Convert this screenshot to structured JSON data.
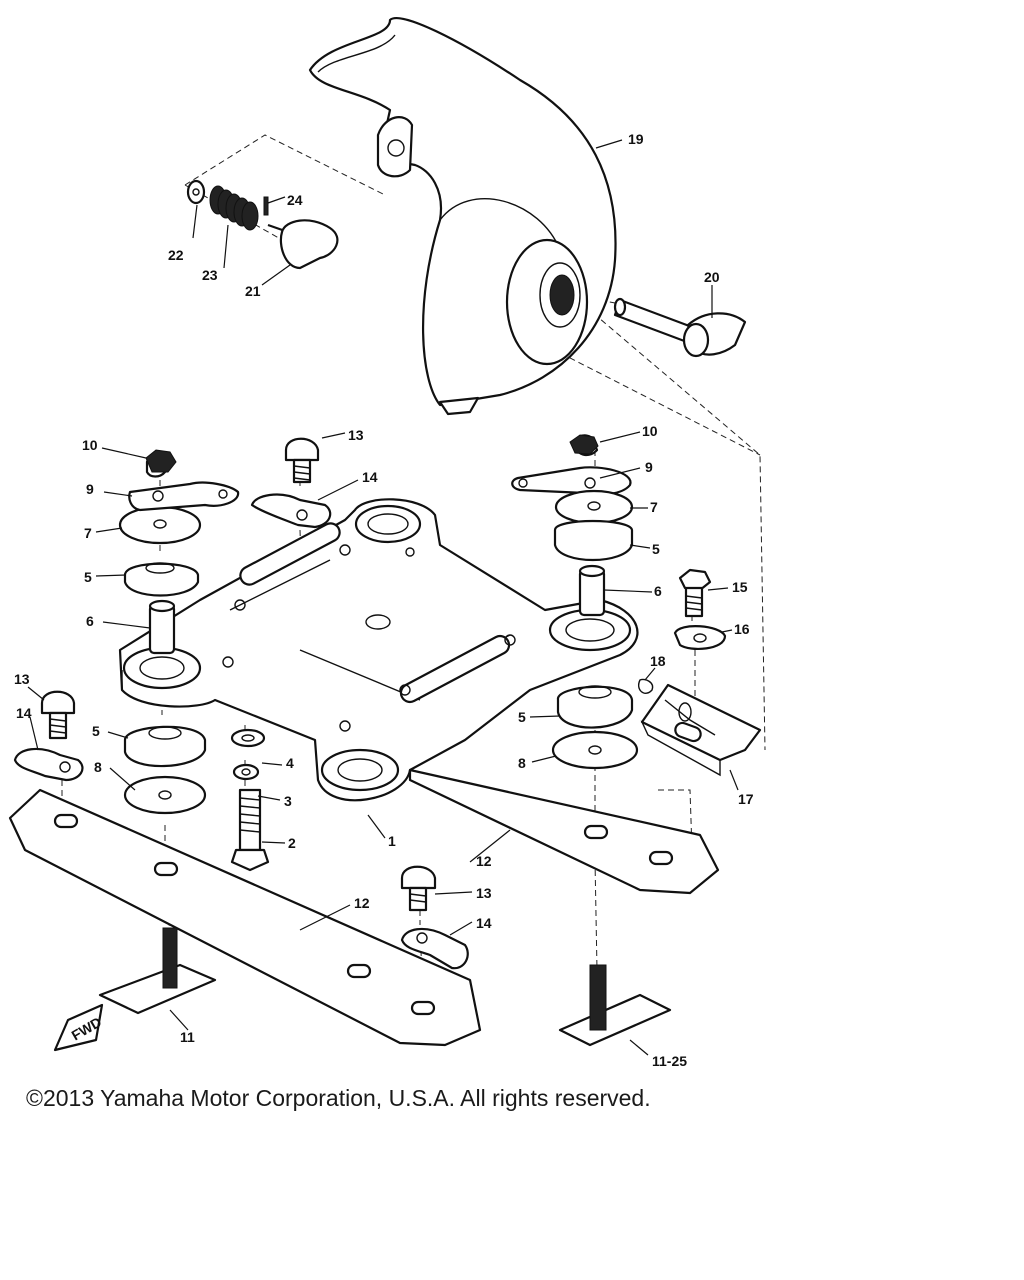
{
  "diagram": {
    "labels": [
      {
        "id": "lbl-1",
        "text": "1"
      },
      {
        "id": "lbl-2",
        "text": "2"
      },
      {
        "id": "lbl-3",
        "text": "3"
      },
      {
        "id": "lbl-4",
        "text": "4"
      },
      {
        "id": "lbl-5a",
        "text": "5"
      },
      {
        "id": "lbl-5b",
        "text": "5"
      },
      {
        "id": "lbl-5c",
        "text": "5"
      },
      {
        "id": "lbl-5d",
        "text": "5"
      },
      {
        "id": "lbl-6a",
        "text": "6"
      },
      {
        "id": "lbl-6b",
        "text": "6"
      },
      {
        "id": "lbl-7a",
        "text": "7"
      },
      {
        "id": "lbl-7b",
        "text": "7"
      },
      {
        "id": "lbl-8a",
        "text": "8"
      },
      {
        "id": "lbl-8b",
        "text": "8"
      },
      {
        "id": "lbl-9a",
        "text": "9"
      },
      {
        "id": "lbl-9b",
        "text": "9"
      },
      {
        "id": "lbl-10a",
        "text": "10"
      },
      {
        "id": "lbl-10b",
        "text": "10"
      },
      {
        "id": "lbl-11",
        "text": "11"
      },
      {
        "id": "lbl-11-25",
        "text": "11-25"
      },
      {
        "id": "lbl-12a",
        "text": "12"
      },
      {
        "id": "lbl-12b",
        "text": "12"
      },
      {
        "id": "lbl-13a",
        "text": "13"
      },
      {
        "id": "lbl-13b",
        "text": "13"
      },
      {
        "id": "lbl-13c",
        "text": "13"
      },
      {
        "id": "lbl-14a",
        "text": "14"
      },
      {
        "id": "lbl-14b",
        "text": "14"
      },
      {
        "id": "lbl-14c",
        "text": "14"
      },
      {
        "id": "lbl-15",
        "text": "15"
      },
      {
        "id": "lbl-16",
        "text": "16"
      },
      {
        "id": "lbl-17",
        "text": "17"
      },
      {
        "id": "lbl-18",
        "text": "18"
      },
      {
        "id": "lbl-19",
        "text": "19"
      },
      {
        "id": "lbl-20",
        "text": "20"
      },
      {
        "id": "lbl-21",
        "text": "21"
      },
      {
        "id": "lbl-22",
        "text": "22"
      },
      {
        "id": "lbl-23",
        "text": "23"
      },
      {
        "id": "lbl-24",
        "text": "24"
      }
    ],
    "fwd_mark": "FWD"
  },
  "footer": {
    "copyright": "©2013 Yamaha Motor Corporation, U.S.A. All rights reserved."
  }
}
